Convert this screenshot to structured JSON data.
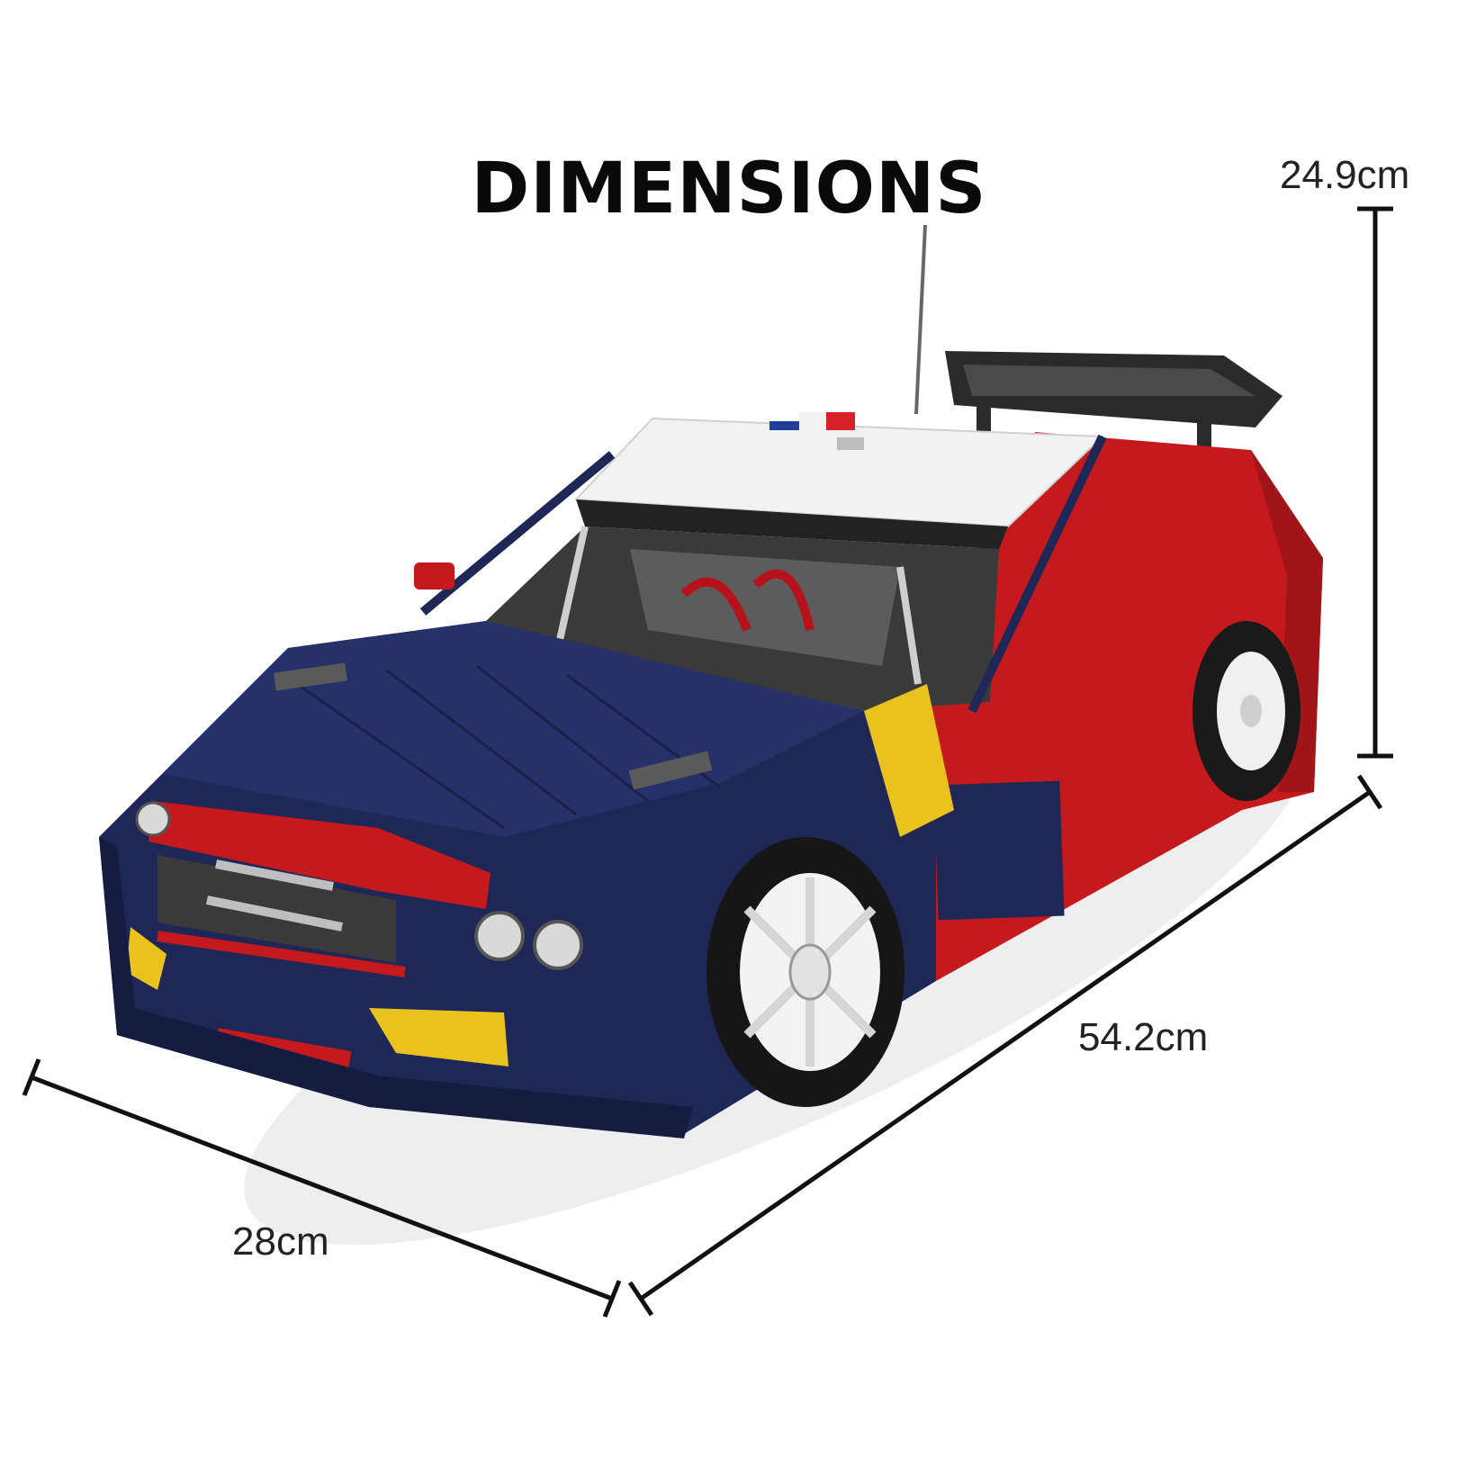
{
  "title": "DIMENSIONS",
  "dimensions": {
    "height": "24.9cm",
    "length": "54.2cm",
    "width": "28cm"
  },
  "colors": {
    "body_blue": "#1e2756",
    "body_red": "#c41a1e",
    "roof_white": "#f2f2f2",
    "accent_yellow": "#e9c21e",
    "line": "#111111"
  }
}
